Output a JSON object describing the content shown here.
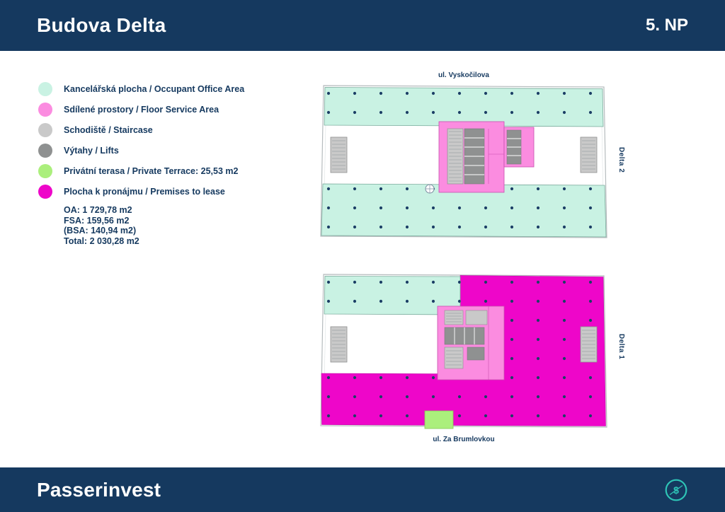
{
  "header": {
    "title": "Budova Delta",
    "floor_label": "5. NP"
  },
  "legend": {
    "items": [
      {
        "label": "Kancelářská plocha / Occupant Office Area",
        "color": "#c9f2e3"
      },
      {
        "label": "Sdílené prostory / Floor Service Area",
        "color": "#fb8ce0"
      },
      {
        "label": "Schodiště / Staircase",
        "color": "#c9c9c9"
      },
      {
        "label": "Výtahy / Lifts",
        "color": "#8f9191"
      },
      {
        "label": "Privátní terasa / Private Terrace: 25,53 m2",
        "color": "#abef7c"
      },
      {
        "label": "Plocha k pronájmu / Premises to lease",
        "color": "#ee06c9",
        "details": [
          "OA: 1 729,78 m2",
          "FSA: 159,56 m2",
          "(BSA: 140,94 m2)",
          "Total: 2 030,28 m2"
        ]
      }
    ]
  },
  "plans": {
    "top": {
      "street": "ul. Vyskočilova",
      "building": "Delta 2"
    },
    "bottom": {
      "street": "ul. Za Brumlovkou",
      "building": "Delta 1"
    }
  },
  "footer": {
    "brand": "Passerinvest",
    "logo_glyph": "$"
  },
  "colors": {
    "navy": "#15395f",
    "office_mint": "#c9f2e3",
    "service_pink": "#fb8ce0",
    "staircase_gray": "#c9c9c9",
    "lifts_gray": "#8f9191",
    "terrace_green": "#abef7c",
    "lease_magenta": "#ee06c9",
    "logo_teal": "#2ec4b6"
  }
}
